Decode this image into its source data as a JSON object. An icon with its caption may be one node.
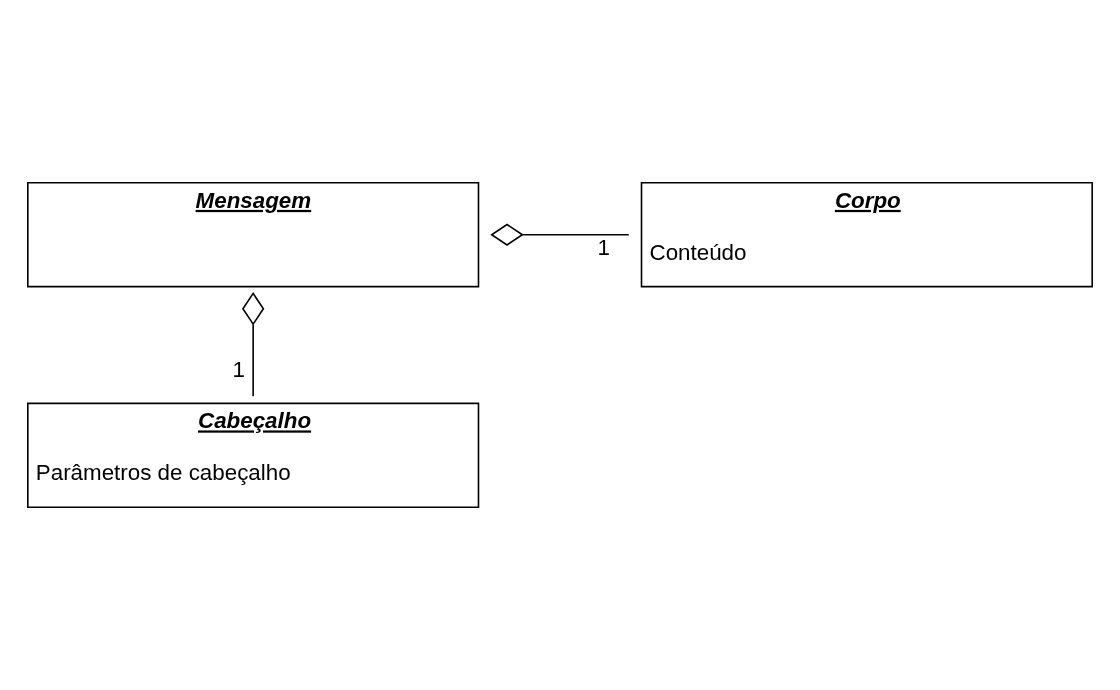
{
  "diagram": {
    "nodes": [
      {
        "text": [
          "Mensagem"
        ]
      },
      {
        "text": [
          "Corpo",
          "Conteúdo"
        ]
      },
      {
        "text": [
          "Cabeçalho",
          "Parâmetros de cabeçalho"
        ]
      }
    ],
    "edges": [
      {
        "from": 0,
        "to": 1,
        "arrow": "other",
        "label": "1"
      },
      {
        "from": 0,
        "to": 2,
        "arrow": "other",
        "label": "1"
      }
    ]
  }
}
